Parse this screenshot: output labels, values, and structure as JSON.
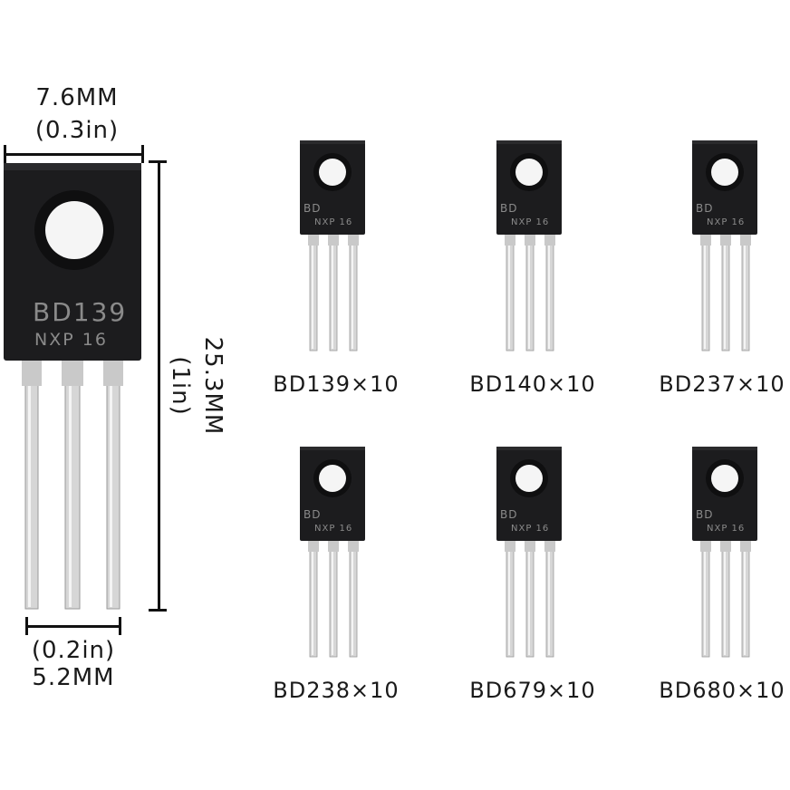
{
  "main_component": {
    "marking_line1": "BD139",
    "marking_line2": "NXP 16"
  },
  "dimensions": {
    "width_mm": "7.6MM",
    "width_in": "(0.3in)",
    "height_mm": "25.3MM",
    "height_in": "(1in)",
    "pitch_in": "(0.2in)",
    "pitch_mm": "5.2MM"
  },
  "small_marking": {
    "line1": "BD",
    "line2": "NXP 16"
  },
  "variants": [
    {
      "label": "BD139×10"
    },
    {
      "label": "BD140×10"
    },
    {
      "label": "BD237×10"
    },
    {
      "label": "BD238×10"
    },
    {
      "label": "BD679×10"
    },
    {
      "label": "BD680×10"
    }
  ],
  "colors": {
    "body": "#1c1c1e",
    "lead": "#d9d9d9",
    "hole": "#f5f5f5"
  }
}
